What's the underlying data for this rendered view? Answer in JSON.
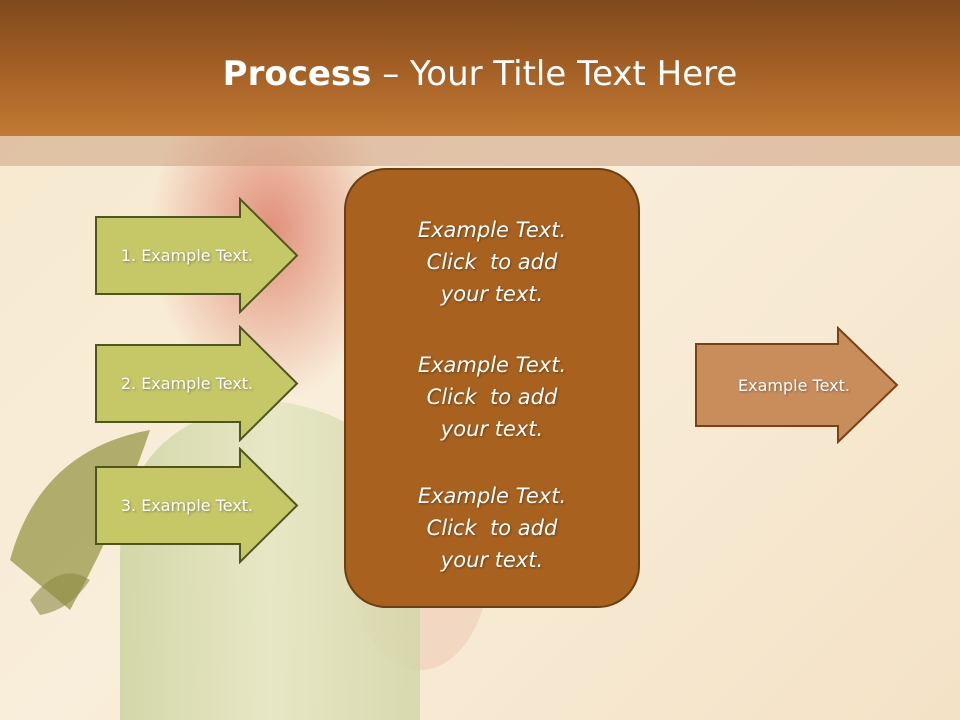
{
  "slide": {
    "title_bold": "Process",
    "title_dash": " – ",
    "title_rest": "Your Title Text Here"
  },
  "left_steps": [
    {
      "label": "1. Example Text."
    },
    {
      "label": "2. Example Text."
    },
    {
      "label": "3. Example Text."
    }
  ],
  "center_blocks": [
    {
      "line1": "Example Text.",
      "line2": "Click  to add",
      "line3": "your text."
    },
    {
      "line1": "Example Text.",
      "line2": "Click  to add",
      "line3": "your text."
    },
    {
      "line1": "Example Text.",
      "line2": "Click  to add",
      "line3": "your text."
    }
  ],
  "result": {
    "label": "Example Text."
  },
  "colors": {
    "header": "#a45f25",
    "step_fill": "#c6c766",
    "step_stroke": "#4f5521",
    "center_fill": "#a8611f",
    "result_fill": "#c98d5c",
    "result_stroke": "#7a4214"
  }
}
